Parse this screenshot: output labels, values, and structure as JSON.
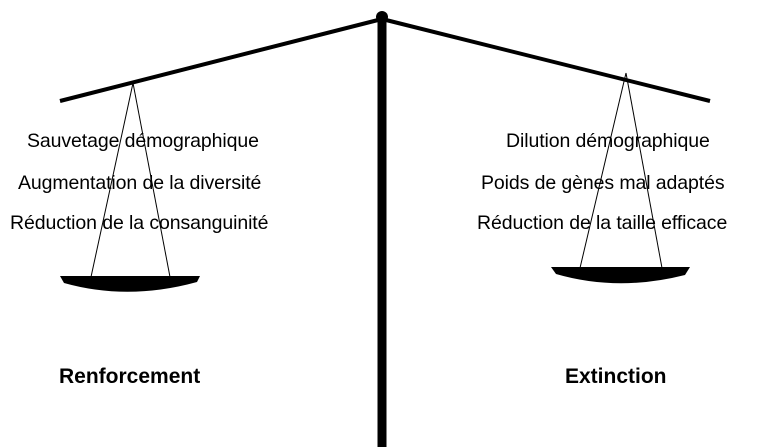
{
  "left": {
    "title": "Renforcement",
    "factors": [
      "Sauvetage démographique",
      "Augmentation de la diversité",
      "Réduction de la consanguinité"
    ]
  },
  "right": {
    "title": "Extinction",
    "factors": [
      "Dilution démographique",
      "Poids de gènes mal adaptés",
      "Réduction de la taille efficace"
    ]
  },
  "colors": {
    "ink": "#000000",
    "background": "#ffffff"
  }
}
